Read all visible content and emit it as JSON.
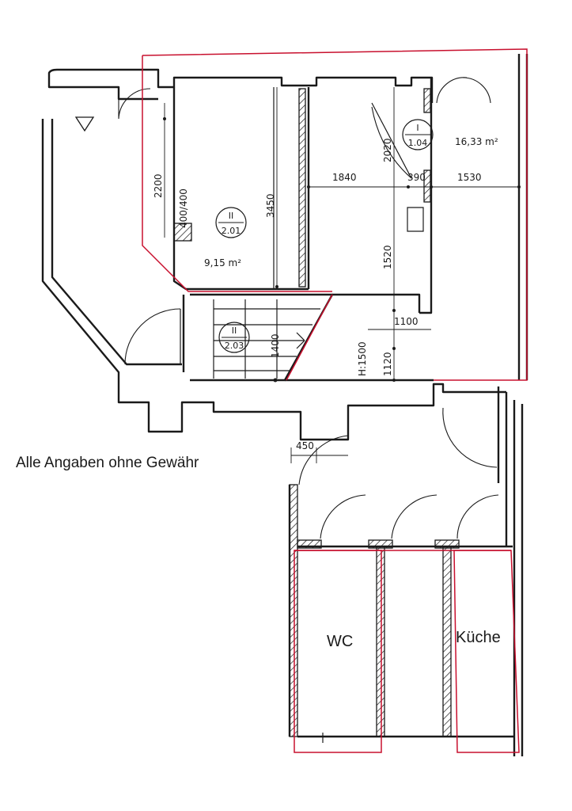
{
  "rooms": {
    "room_201": {
      "num_top": "II",
      "num_bottom": "2.01",
      "area": "9,15 m²",
      "size_label": "400/400"
    },
    "room_104": {
      "num_top": "I",
      "num_bottom": "1.04",
      "area": "16,33 m²"
    },
    "room_203": {
      "num_top": "II",
      "num_bottom": "2.03"
    },
    "wc": {
      "label": "WC"
    },
    "kitchen": {
      "label": "Küche"
    }
  },
  "dimensions": {
    "d2200": "2200",
    "d3450": "3450",
    "d1840": "1840",
    "d2020": "2020",
    "d390": "390",
    "d1530": "1530",
    "d1520": "1520",
    "d1400": "1400",
    "d1100": "1100",
    "d1120": "1120",
    "dH1500": "H:1500",
    "d450": "450"
  },
  "note": "Alle Angaben ohne Gewähr",
  "colors": {
    "outline": "#c8102e",
    "ink": "#1a1a1a"
  }
}
